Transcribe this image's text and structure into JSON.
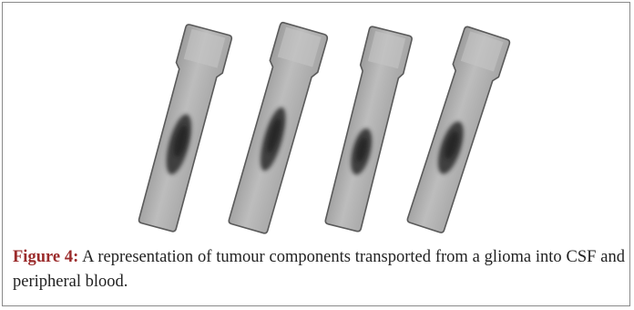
{
  "figure": {
    "label": "Figure 4:",
    "caption": " A representation of tumour components transported from a glioma into CSF and peripheral blood.",
    "image": {
      "icon": "gel-strips-illustration",
      "strip_count": 4,
      "colors": {
        "strip_fill": "#b6b6b6",
        "strip_outline": "#555555",
        "stain": "#3c3c3c",
        "label": "#9b2b2b"
      }
    }
  }
}
